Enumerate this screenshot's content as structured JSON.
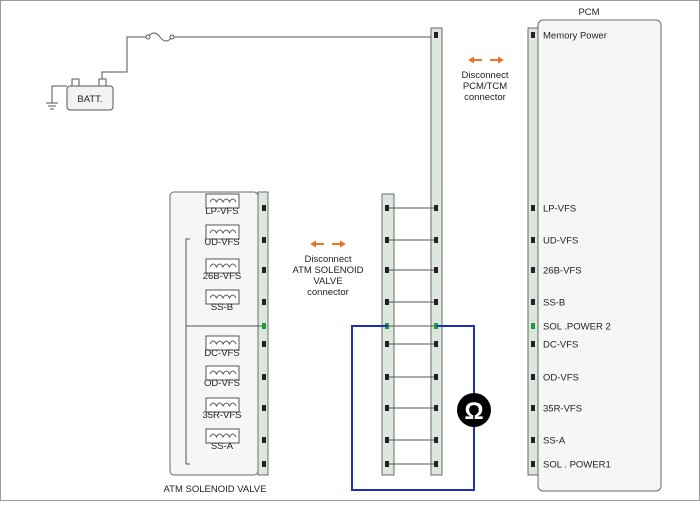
{
  "pcm": {
    "title": "PCM",
    "pins": [
      {
        "label": "Memory Power"
      },
      {
        "label": "LP-VFS"
      },
      {
        "label": "UD-VFS"
      },
      {
        "label": "26B-VFS"
      },
      {
        "label": "SS-B"
      },
      {
        "label": "SOL .POWER 2",
        "highlight": true
      },
      {
        "label": "DC-VFS"
      },
      {
        "label": "OD-VFS"
      },
      {
        "label": "35R-VFS"
      },
      {
        "label": "SS-A"
      },
      {
        "label": "SOL . POWER1"
      }
    ]
  },
  "battery": {
    "label": "BATT."
  },
  "pcm_connector_note": {
    "line1": "Disconnect",
    "line2": "PCM/TCM",
    "line3": "connector"
  },
  "solenoid_connector_note": {
    "line1": "Disconnect",
    "line2": "ATM SOLENOID",
    "line3": "VALVE",
    "line4": "connector"
  },
  "solenoid_valve": {
    "title": "ATM SOLENOID VALVE",
    "coils": [
      {
        "label": "LP-VFS"
      },
      {
        "label": "UD-VFS"
      },
      {
        "label": "26B-VFS"
      },
      {
        "label": "SS-B"
      },
      {
        "label": "DC-VFS"
      },
      {
        "label": "OD-VFS"
      },
      {
        "label": "35R-VFS"
      },
      {
        "label": "SS-A"
      }
    ]
  },
  "meter": {
    "symbol": "Ω"
  },
  "colors": {
    "arrow": "#e8732a",
    "meter_lead": "#1e2fb8",
    "highlight_pin": "#1a9e3a",
    "connector_fill": "#dde6dd"
  }
}
